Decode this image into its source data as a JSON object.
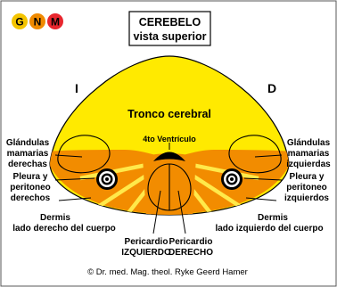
{
  "logo": {
    "letters": [
      "G",
      "N",
      "M"
    ],
    "colors": [
      "#f4c400",
      "#f08a00",
      "#e8262e"
    ]
  },
  "title": {
    "line1": "CEREBELO",
    "line2": "vista superior"
  },
  "side_left": "I",
  "side_right": "D",
  "center_label": "Tronco cerebral",
  "ventricle_label": "4to Ventrículo",
  "labels": {
    "glandulas_der": [
      "Glándulas",
      "mamarias",
      "derechas"
    ],
    "glandulas_izq": [
      "Glándulas",
      "mamarias",
      "izquierdas"
    ],
    "pleura_der": [
      "Pleura y",
      "peritoneo",
      "derechos"
    ],
    "pleura_izq": [
      "Pleura y",
      "peritoneo",
      "izquierdos"
    ],
    "dermis_der": [
      "Dermis",
      "lado derecho del cuerpo"
    ],
    "dermis_izq": [
      "Dermis",
      "lado izquierdo del cuerpo"
    ],
    "pericardio_izq": [
      "Pericardio",
      "IZQUIERDO"
    ],
    "pericardio_der": [
      "Pericardio",
      "DERECHO"
    ]
  },
  "copyright": "© Dr. med. Mag. theol. Ryke Geerd Hamer",
  "colors": {
    "yellow": "#ffea00",
    "orange": "#f28c00",
    "stripe": "#ffe94a",
    "dark": "#000000"
  }
}
